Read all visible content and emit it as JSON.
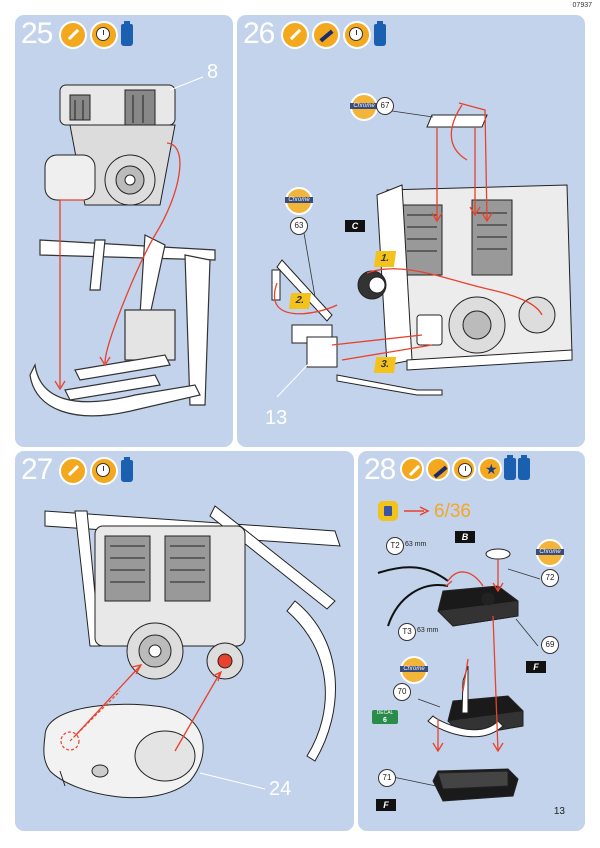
{
  "page_code": "07937",
  "page_number": "13",
  "steps": [
    {
      "number": "25",
      "callouts": [
        "8"
      ]
    },
    {
      "number": "26",
      "callouts": [
        "13"
      ],
      "parts": [
        "67",
        "63"
      ],
      "chrome_label": "Chrome",
      "order_marks": [
        "1.",
        "2.",
        "3."
      ],
      "flag": "C"
    },
    {
      "number": "27",
      "callouts": [
        "24"
      ]
    },
    {
      "number": "28",
      "parts": [
        "72",
        "69",
        "70",
        "71"
      ],
      "chrome_label": "Chrome",
      "reference": "6/36",
      "wires": [
        {
          "id": "T2",
          "length": "63 mm"
        },
        {
          "id": "T3",
          "length": "63 mm"
        }
      ],
      "flags": [
        "B",
        "F",
        "F"
      ],
      "decal_label": "DECAL",
      "decal_number": "6"
    }
  ]
}
